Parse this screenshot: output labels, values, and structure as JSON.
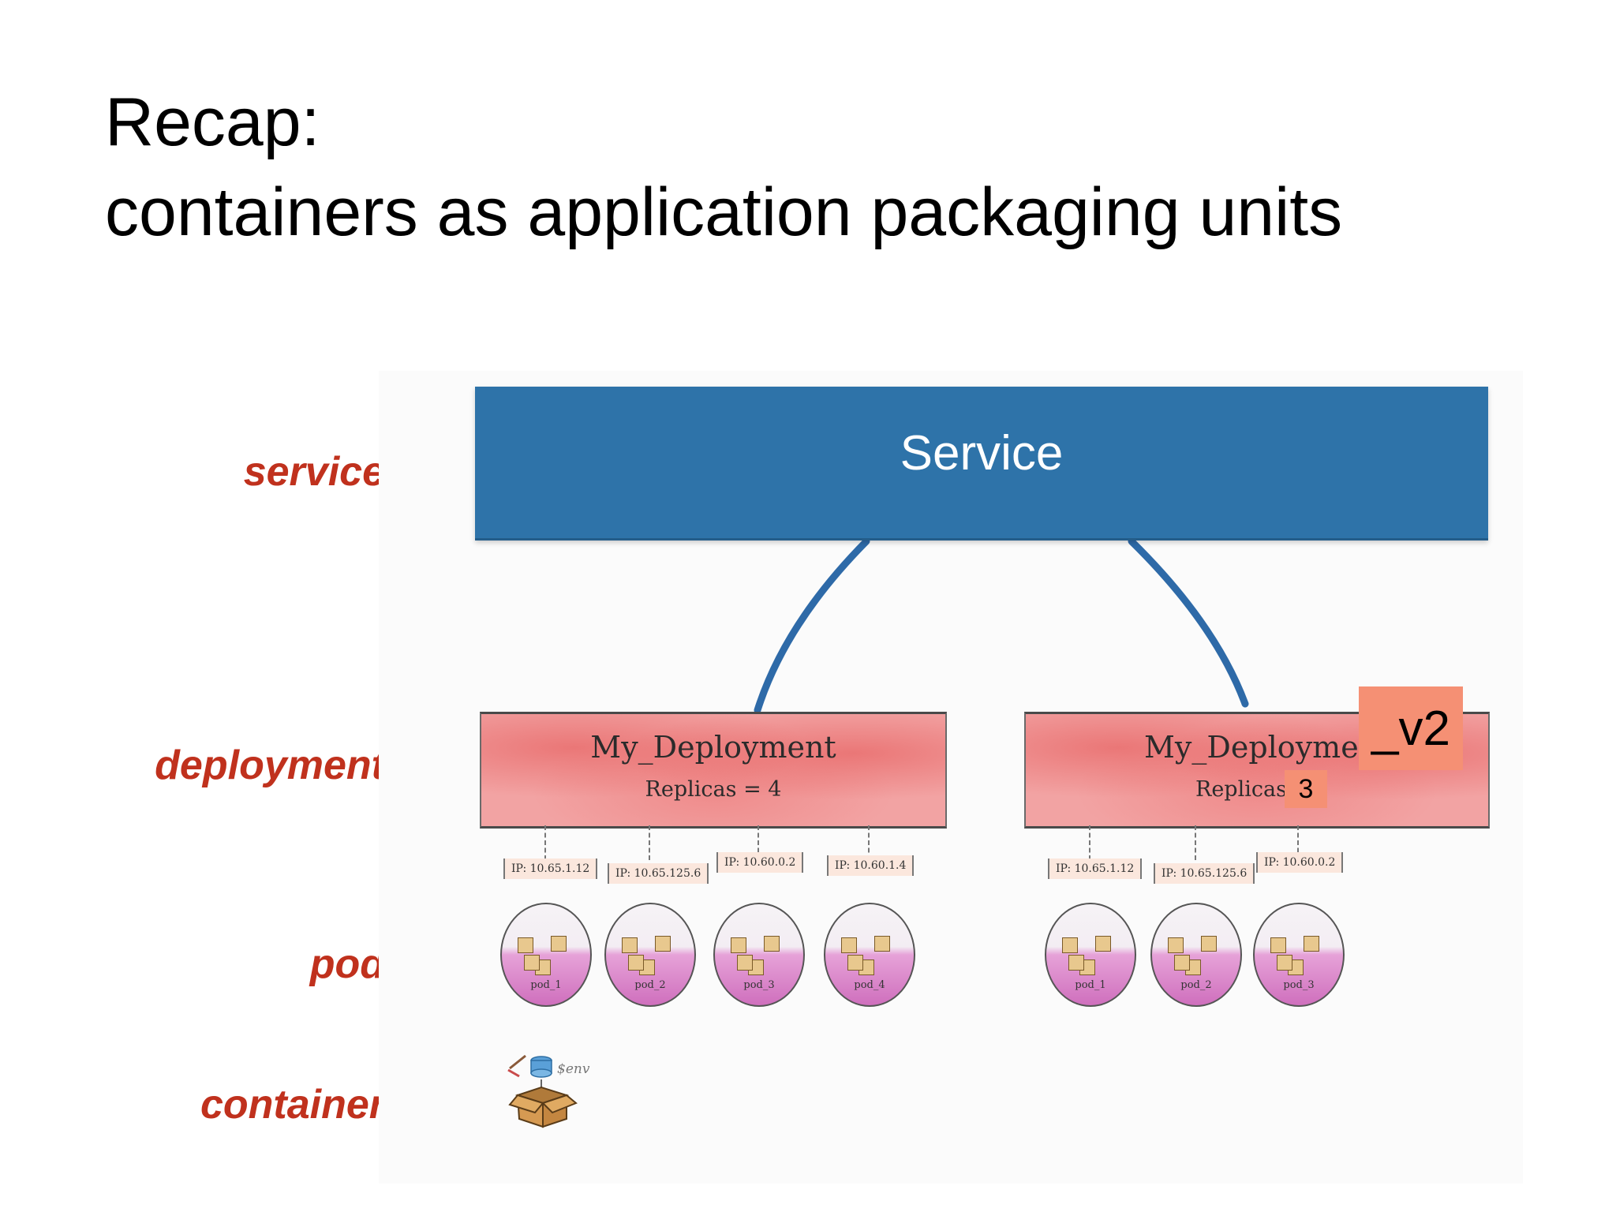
{
  "title": {
    "line1": "Recap:",
    "line2": "containers as application packaging units"
  },
  "layer_labels": {
    "service": "service",
    "deployment": "deployment",
    "pod": "pod",
    "container": "container"
  },
  "service": {
    "label": "Service"
  },
  "deployments": [
    {
      "name": "My_Deployment",
      "replicas_text": "Replicas = 4",
      "pods": [
        {
          "ip": "IP: 10.65.1.12",
          "name": "pod_1"
        },
        {
          "ip": "IP: 10.65.125.6",
          "name": "pod_2"
        },
        {
          "ip": "IP: 10.60.0.2",
          "name": "pod_3"
        },
        {
          "ip": "IP: 10.60.1.4",
          "name": "pod_4"
        }
      ]
    },
    {
      "name": "My_Deployment",
      "replicas_text": "Replicas =",
      "replicas_value": "3",
      "version_badge": "_v2",
      "pods": [
        {
          "ip": "IP: 10.65.1.12",
          "name": "pod_1"
        },
        {
          "ip": "IP: 10.65.125.6",
          "name": "pod_2"
        },
        {
          "ip": "IP: 10.60.0.2",
          "name": "pod_3"
        }
      ]
    }
  ],
  "container_icon": {
    "env_text": "$env"
  },
  "colors": {
    "service_blue": "#2e73a9",
    "label_red": "#c0311d",
    "badge_orange": "#f59074",
    "deployment_red": "#f2a3a3",
    "pod_magenta": "#cf6fbd"
  }
}
